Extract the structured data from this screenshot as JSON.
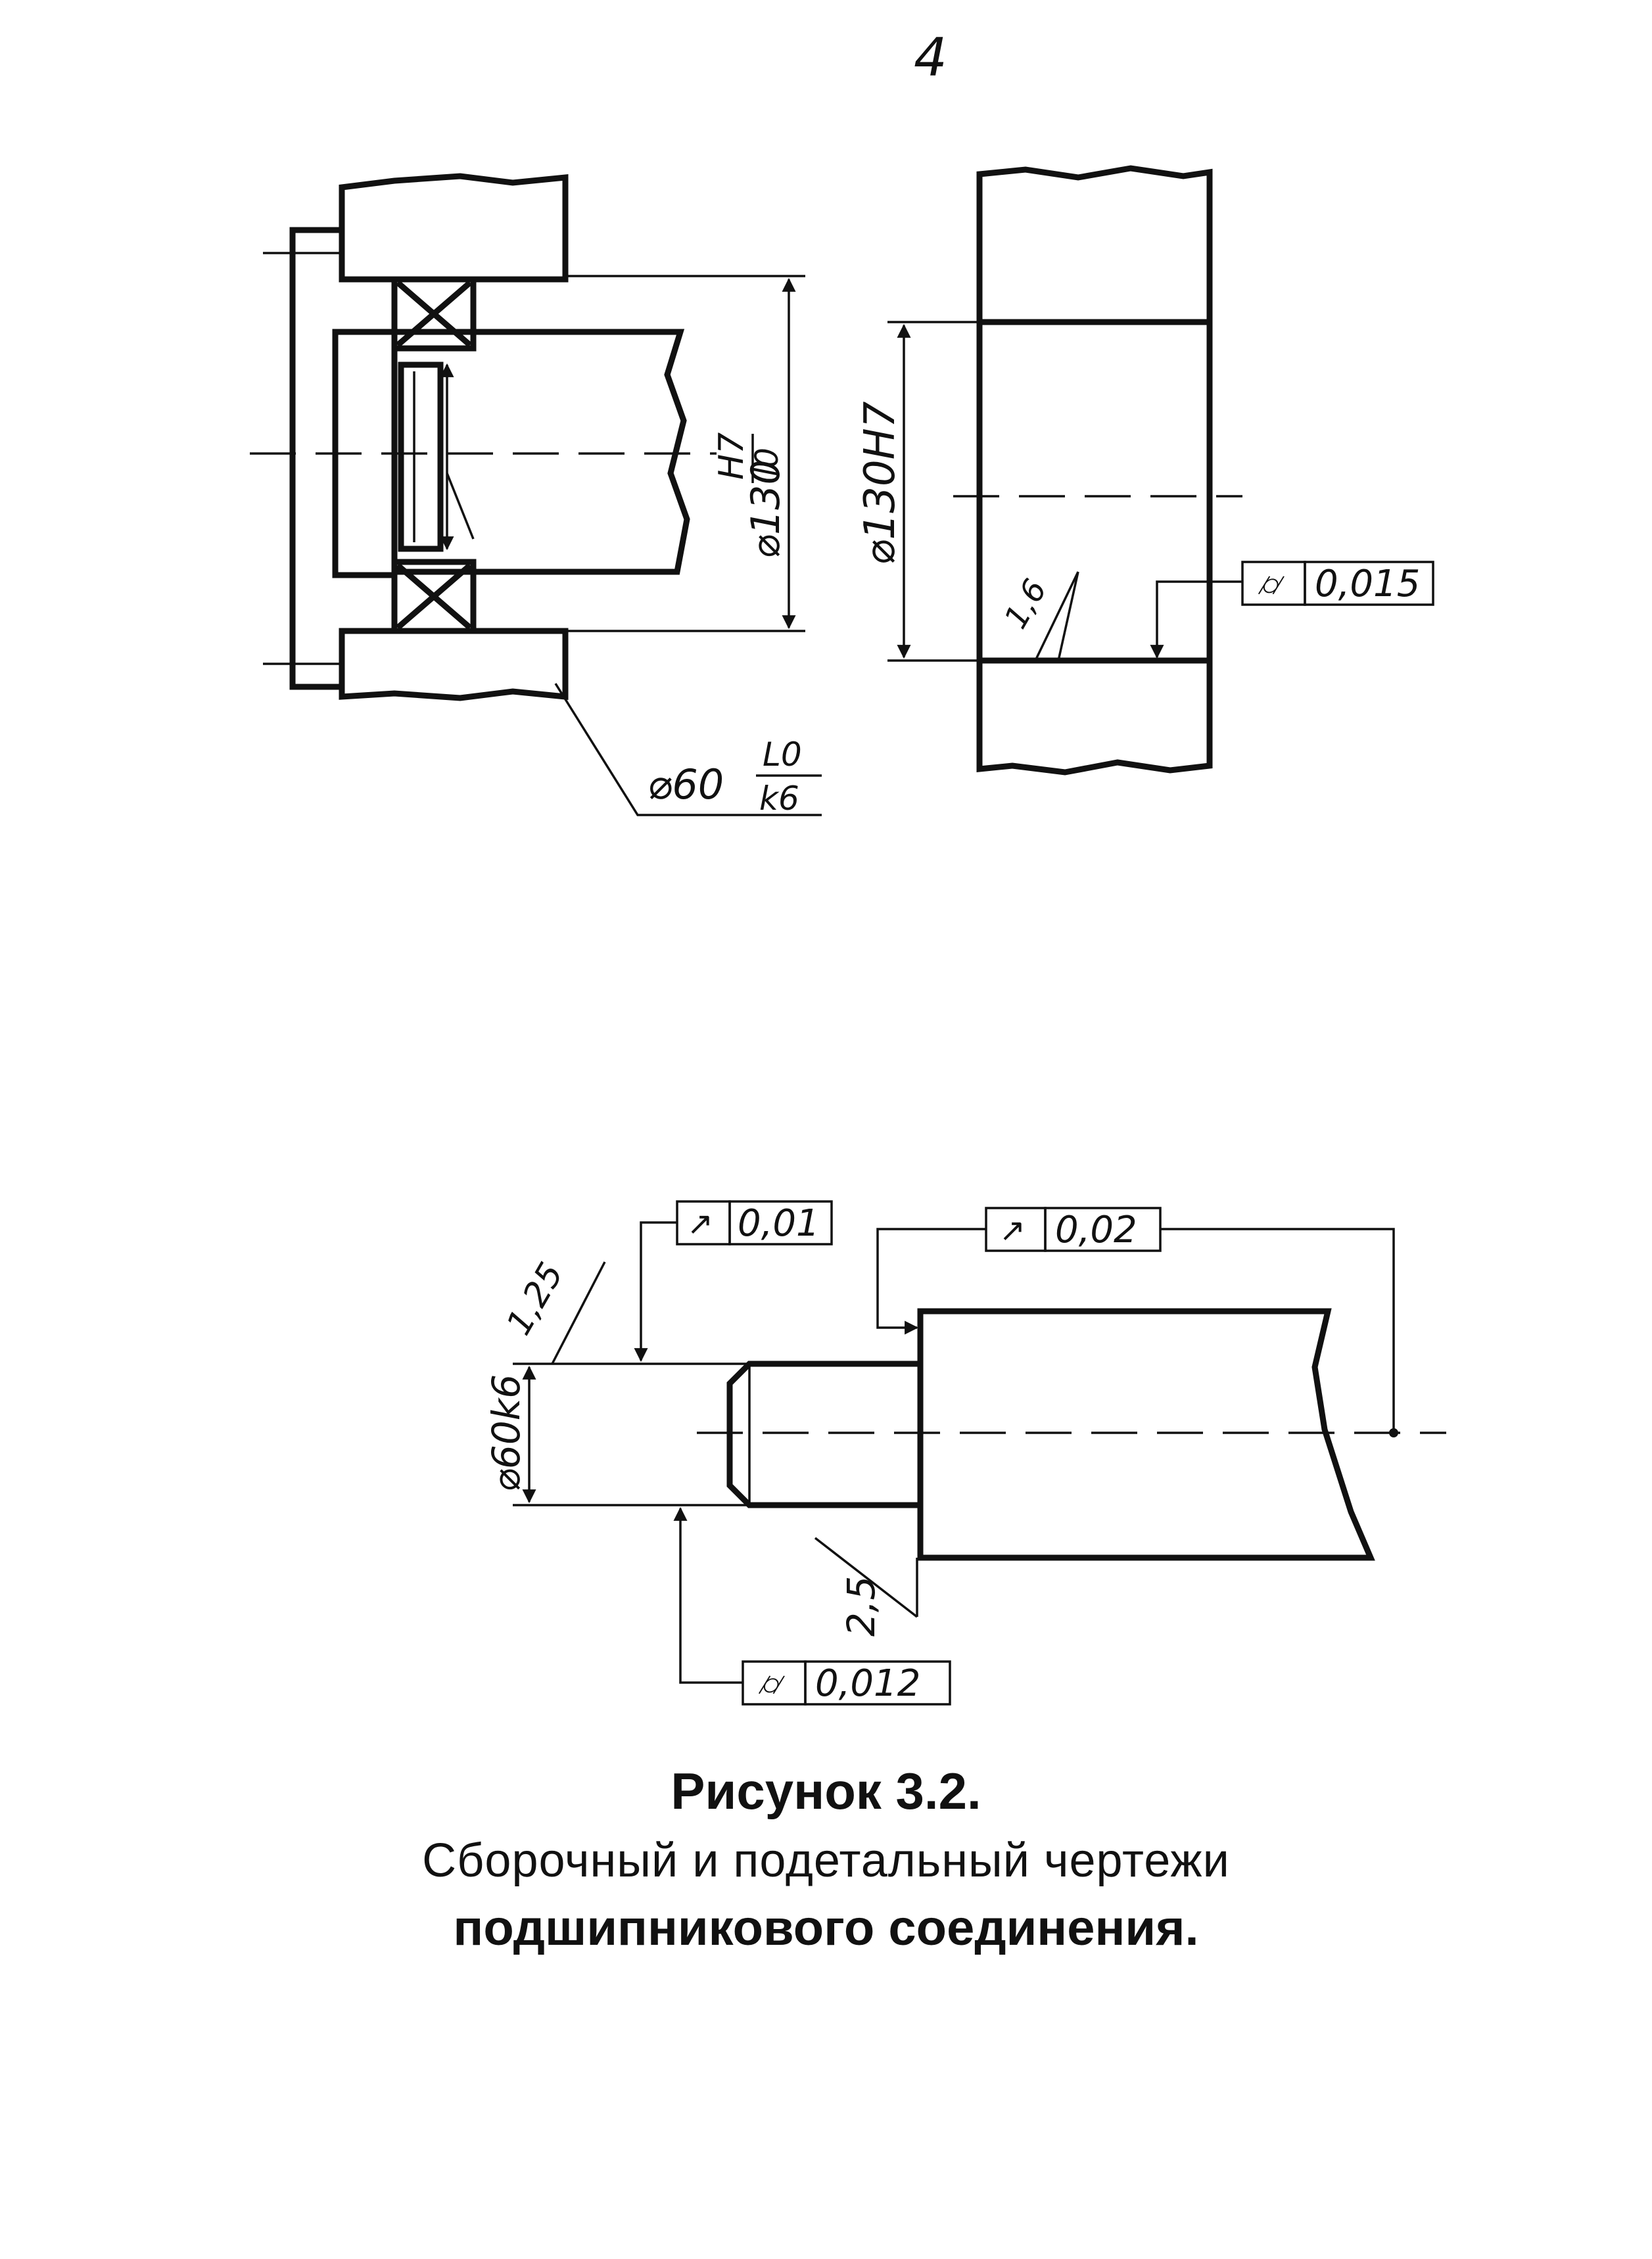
{
  "page_number": "4",
  "assembly_drawing": {
    "housing_fit": "⌀130 H7/l0",
    "housing_fit_parts": {
      "diameter": "⌀130",
      "numerator": "H7",
      "denominator": "l0"
    },
    "shaft_fit": "⌀60 L0/k6",
    "shaft_fit_parts": {
      "diameter": "⌀60",
      "numerator": "L0",
      "denominator": "k6"
    }
  },
  "housing_detail": {
    "bore_dimension": "⌀130H7",
    "roughness": "1,6",
    "cylindricity_tolerance": "0,015"
  },
  "shaft_detail": {
    "journal_dimension": "⌀60k6",
    "journal_roughness": "1,25",
    "shoulder_roughness": "2,5",
    "radial_runout_journal": "0,01",
    "radial_runout_shoulder": "0,02",
    "cylindricity_tolerance": "0,012"
  },
  "caption": {
    "title": "Рисунок 3.2.",
    "line2": "Сборочный и подетальный чертежи",
    "line3": "подшипникового соединения."
  }
}
